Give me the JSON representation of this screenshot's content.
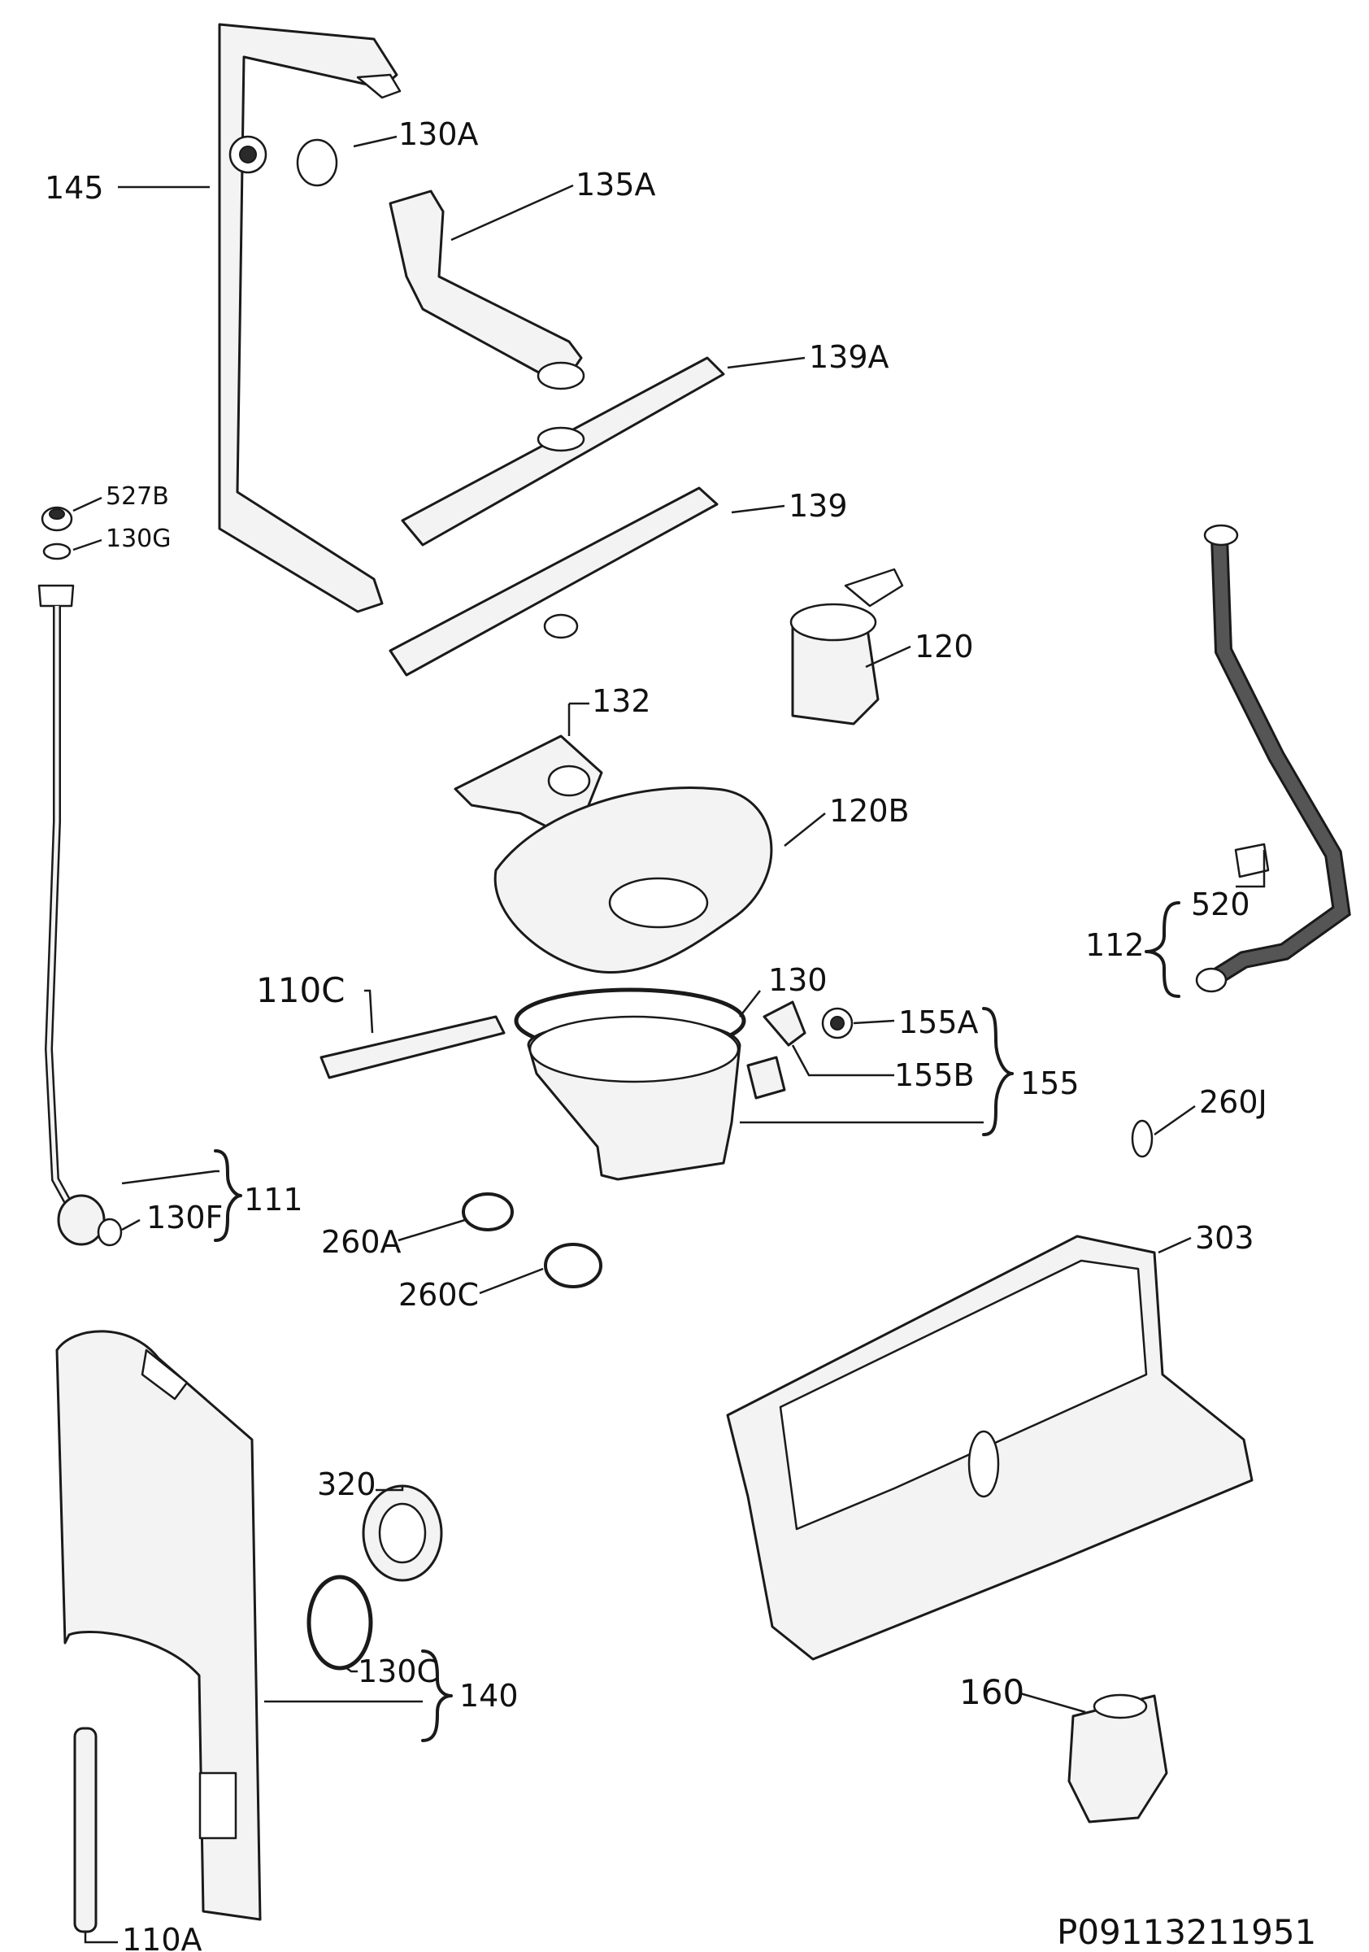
{
  "labels": {
    "l145": "145",
    "l130A": "130A",
    "l135A": "135A",
    "l139A": "139A",
    "l139": "139",
    "l527B": "527B",
    "l130G": "130G",
    "l120": "120",
    "l132": "132",
    "l120B": "120B",
    "l520": "520",
    "l112": "112",
    "l110C": "110C",
    "l130": "130",
    "l155A": "155A",
    "l155B": "155B",
    "l155": "155",
    "l260J": "260J",
    "l111": "111",
    "l130F": "130F",
    "l260A": "260A",
    "l260C": "260C",
    "l303": "303",
    "l320": "320",
    "l130C": "130C",
    "l140": "140",
    "l160": "160",
    "l110A": "110A"
  },
  "drawing_code": "P09113211951"
}
